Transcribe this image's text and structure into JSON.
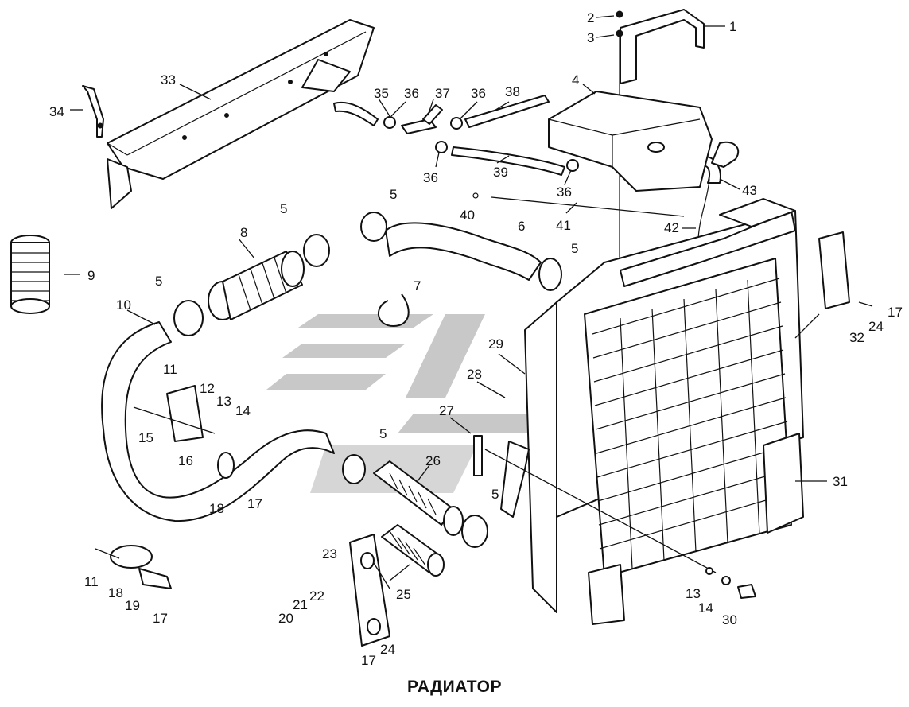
{
  "caption": "РАДИАТОР",
  "callouts": [
    {
      "id": "1",
      "text": "1"
    },
    {
      "id": "2",
      "text": "2"
    },
    {
      "id": "3",
      "text": "3"
    },
    {
      "id": "4",
      "text": "4"
    },
    {
      "id": "5a",
      "text": "5"
    },
    {
      "id": "5b",
      "text": "5"
    },
    {
      "id": "5c",
      "text": "5"
    },
    {
      "id": "5d",
      "text": "5"
    },
    {
      "id": "5e",
      "text": "5"
    },
    {
      "id": "5f",
      "text": "5"
    },
    {
      "id": "6",
      "text": "6"
    },
    {
      "id": "7",
      "text": "7"
    },
    {
      "id": "8",
      "text": "8"
    },
    {
      "id": "9",
      "text": "9"
    },
    {
      "id": "10",
      "text": "10"
    },
    {
      "id": "11a",
      "text": "11"
    },
    {
      "id": "11b",
      "text": "11"
    },
    {
      "id": "12",
      "text": "12"
    },
    {
      "id": "13a",
      "text": "13"
    },
    {
      "id": "13b",
      "text": "13"
    },
    {
      "id": "14a",
      "text": "14"
    },
    {
      "id": "14b",
      "text": "14"
    },
    {
      "id": "15",
      "text": "15"
    },
    {
      "id": "16",
      "text": "16"
    },
    {
      "id": "17a",
      "text": "17"
    },
    {
      "id": "17b",
      "text": "17"
    },
    {
      "id": "17c",
      "text": "17"
    },
    {
      "id": "17d",
      "text": "17"
    },
    {
      "id": "18a",
      "text": "18"
    },
    {
      "id": "18b",
      "text": "18"
    },
    {
      "id": "19",
      "text": "19"
    },
    {
      "id": "20",
      "text": "20"
    },
    {
      "id": "21",
      "text": "21"
    },
    {
      "id": "22",
      "text": "22"
    },
    {
      "id": "23",
      "text": "23"
    },
    {
      "id": "24a",
      "text": "24"
    },
    {
      "id": "24b",
      "text": "24"
    },
    {
      "id": "25",
      "text": "25"
    },
    {
      "id": "26",
      "text": "26"
    },
    {
      "id": "27",
      "text": "27"
    },
    {
      "id": "28",
      "text": "28"
    },
    {
      "id": "29",
      "text": "29"
    },
    {
      "id": "30",
      "text": "30"
    },
    {
      "id": "31",
      "text": "31"
    },
    {
      "id": "32",
      "text": "32"
    },
    {
      "id": "33",
      "text": "33"
    },
    {
      "id": "34",
      "text": "34"
    },
    {
      "id": "35",
      "text": "35"
    },
    {
      "id": "36a",
      "text": "36"
    },
    {
      "id": "36b",
      "text": "36"
    },
    {
      "id": "36c",
      "text": "36"
    },
    {
      "id": "36d",
      "text": "36"
    },
    {
      "id": "37",
      "text": "37"
    },
    {
      "id": "38",
      "text": "38"
    },
    {
      "id": "39",
      "text": "39"
    },
    {
      "id": "40",
      "text": "40"
    },
    {
      "id": "41",
      "text": "41"
    },
    {
      "id": "42",
      "text": "42"
    },
    {
      "id": "43",
      "text": "43"
    }
  ]
}
